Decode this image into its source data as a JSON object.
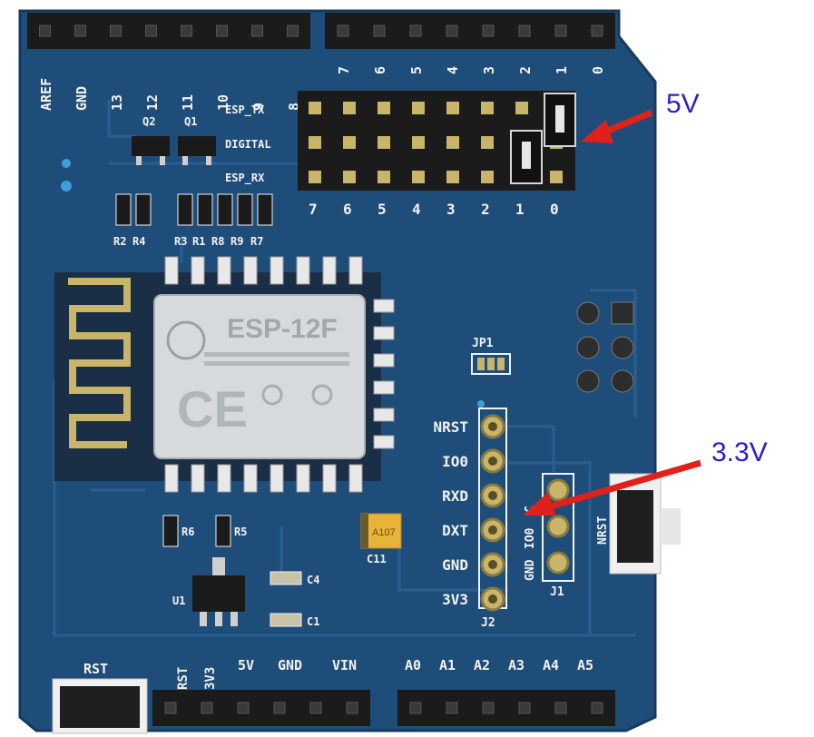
{
  "colors": {
    "pcb": "#1f4d7a",
    "pcb_dark": "#163a5e",
    "trace": "#2a5e91",
    "silk": "#f2f2f2",
    "header": "#1b1b1b",
    "pin": "#c9b56a",
    "shield_metal": "#d7dadc",
    "arrow": "#e0201a",
    "callout_text": "#2a1fd0"
  },
  "top_header_left": [
    "AREF",
    "GND",
    "13",
    "12",
    "11",
    "10",
    "9",
    "8"
  ],
  "top_header_right": [
    "7",
    "6",
    "5",
    "4",
    "3",
    "2",
    "1",
    "0"
  ],
  "jumper_block": {
    "row_labels": [
      "ESP_TX",
      "DIGITAL",
      "ESP_RX"
    ],
    "column_labels": [
      "7",
      "6",
      "5",
      "4",
      "3",
      "2",
      "1",
      "0"
    ]
  },
  "transistors": [
    "Q2",
    "Q1"
  ],
  "resistors_top": [
    "R2",
    "R4",
    "R3",
    "R1",
    "R8",
    "R9",
    "R7"
  ],
  "module_label": "ESP-12F",
  "jp1_label": "JP1",
  "j2": {
    "label": "J2",
    "pins": [
      "NRST",
      "IO0",
      "RXD",
      "DXT",
      "GND",
      "3V3"
    ]
  },
  "j1": {
    "label": "J1",
    "pins": [
      "GND",
      "IO0",
      "C"
    ]
  },
  "nrst_button_label": "NRST",
  "small_parts": {
    "r6": "R6",
    "r5": "R5",
    "c11": "C11",
    "c11_marking": "A107",
    "c4": "C4",
    "c1": "C1",
    "u1": "U1"
  },
  "bottom_power_labels": [
    "RST",
    "3V3",
    "5V",
    "GND",
    "VIN"
  ],
  "bottom_analog_labels": [
    "A0",
    "A1",
    "A2",
    "A3",
    "A4",
    "A5"
  ],
  "rst_button_label": "RST",
  "callouts": {
    "five_volt": "5V",
    "three_volt": "3.3V"
  }
}
